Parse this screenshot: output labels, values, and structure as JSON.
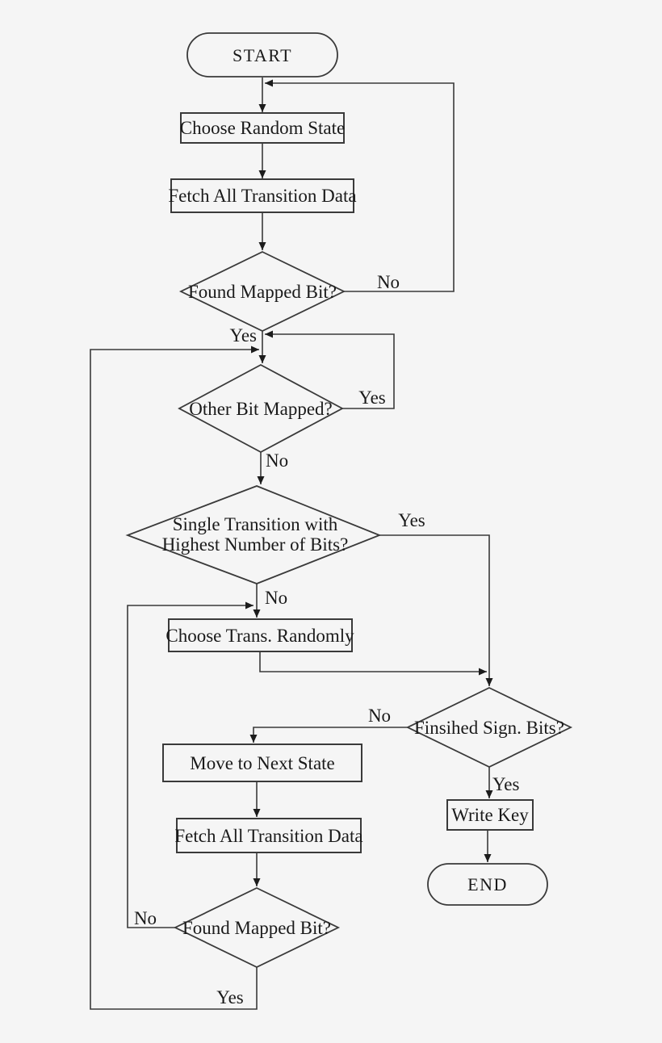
{
  "canvas": {
    "background": "#f5f5f5",
    "stroke_color": "#3a3a3a",
    "arrow_color": "#1c1c1c",
    "text_color": "#1a1a1a"
  },
  "nodes": [
    {
      "id": "start",
      "shape": "terminator",
      "label": "START"
    },
    {
      "id": "choose-random-state",
      "shape": "process",
      "label": "Choose Random State"
    },
    {
      "id": "fetch-all-transition-data-1",
      "shape": "process",
      "label": "Fetch All Transition Data"
    },
    {
      "id": "found-mapped-bit-1",
      "shape": "decision",
      "label": "Found Mapped Bit?"
    },
    {
      "id": "other-bit-mapped",
      "shape": "decision",
      "label": "Other Bit Mapped?"
    },
    {
      "id": "single-transition-highest-bits",
      "shape": "decision",
      "label_lines": [
        "Single Transition with",
        "Highest Number of Bits?"
      ]
    },
    {
      "id": "choose-trans-randomly",
      "shape": "process",
      "label": "Choose Trans. Randomly"
    },
    {
      "id": "finsihed-sign-bits",
      "shape": "decision",
      "label": "Finsihed Sign. Bits?"
    },
    {
      "id": "move-to-next-state",
      "shape": "process",
      "label": "Move to Next State"
    },
    {
      "id": "fetch-all-transition-data-2",
      "shape": "process",
      "label": "Fetch All Transition Data"
    },
    {
      "id": "found-mapped-bit-2",
      "shape": "decision",
      "label": "Found Mapped Bit?"
    },
    {
      "id": "write-key",
      "shape": "process",
      "label": "Write Key"
    },
    {
      "id": "end",
      "shape": "terminator",
      "label": "END"
    }
  ],
  "edge_labels": [
    {
      "id": "found-mapped-bit-1-no",
      "text": "No"
    },
    {
      "id": "found-mapped-bit-1-yes",
      "text": "Yes"
    },
    {
      "id": "other-bit-mapped-yes",
      "text": "Yes"
    },
    {
      "id": "other-bit-mapped-no",
      "text": "No"
    },
    {
      "id": "single-transition-yes",
      "text": "Yes"
    },
    {
      "id": "single-transition-no",
      "text": "No"
    },
    {
      "id": "finsihed-sign-bits-no",
      "text": "No"
    },
    {
      "id": "finsihed-sign-bits-yes",
      "text": "Yes"
    },
    {
      "id": "found-mapped-bit-2-no",
      "text": "No"
    },
    {
      "id": "found-mapped-bit-2-yes",
      "text": "Yes"
    }
  ]
}
